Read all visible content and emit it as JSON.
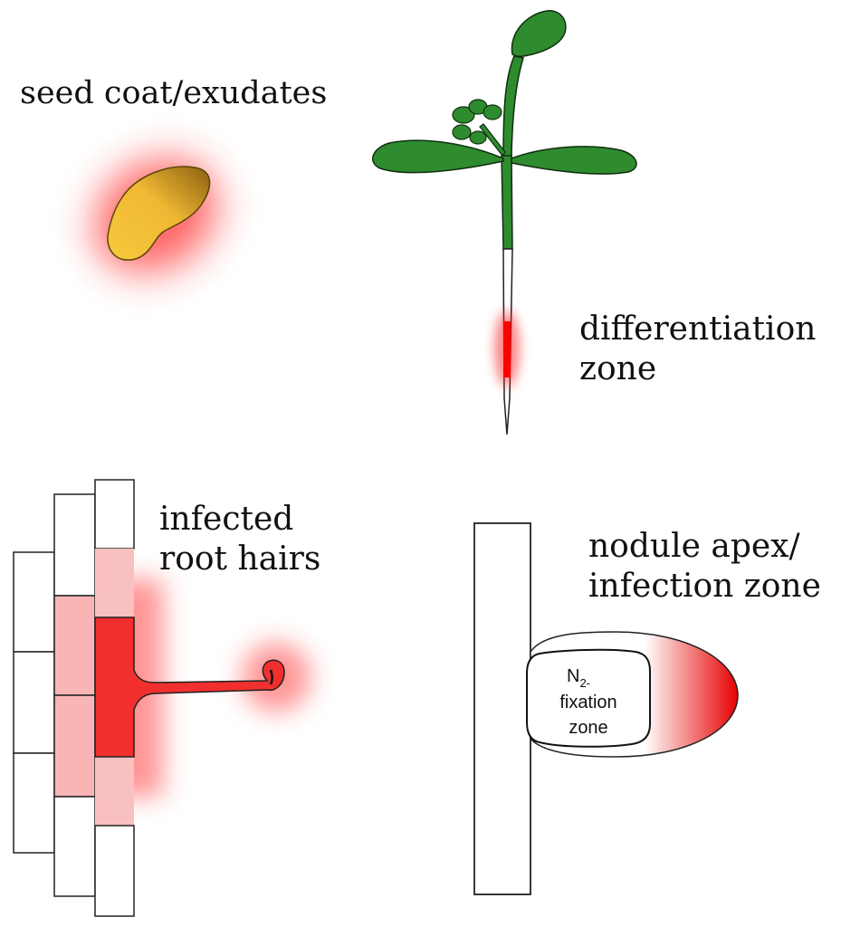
{
  "panels": {
    "seed": {
      "label": "seed coat/exudates"
    },
    "seedling": {
      "label_line1": "differentiation",
      "label_line2": "zone"
    },
    "root_hairs": {
      "label_line1": "infected",
      "label_line2": "root hairs"
    },
    "nodule": {
      "label_line1": "nodule apex/",
      "label_line2": "infection zone",
      "inner_n": "N",
      "inner_sub": "2-",
      "inner_line2": "fixation",
      "inner_line3": "zone"
    }
  },
  "colors": {
    "glow": "#ff0000",
    "seed_fill": "#f2b731",
    "leaf_green": "#2e8b2e",
    "tissue_red": "#f22f2f"
  }
}
